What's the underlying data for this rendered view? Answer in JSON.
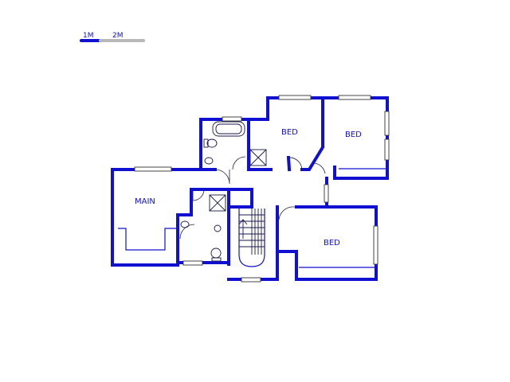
{
  "scale_bar": {
    "label_1": "1M",
    "label_2": "2M",
    "color_filled": "#1010d0",
    "color_empty": "#b8b8b8"
  },
  "rooms": {
    "main": "MAIN",
    "bed_1": "BED",
    "bed_2": "BED",
    "bed_3": "BED"
  },
  "colors": {
    "walls": "#1010d0",
    "background": "#ffffff"
  }
}
